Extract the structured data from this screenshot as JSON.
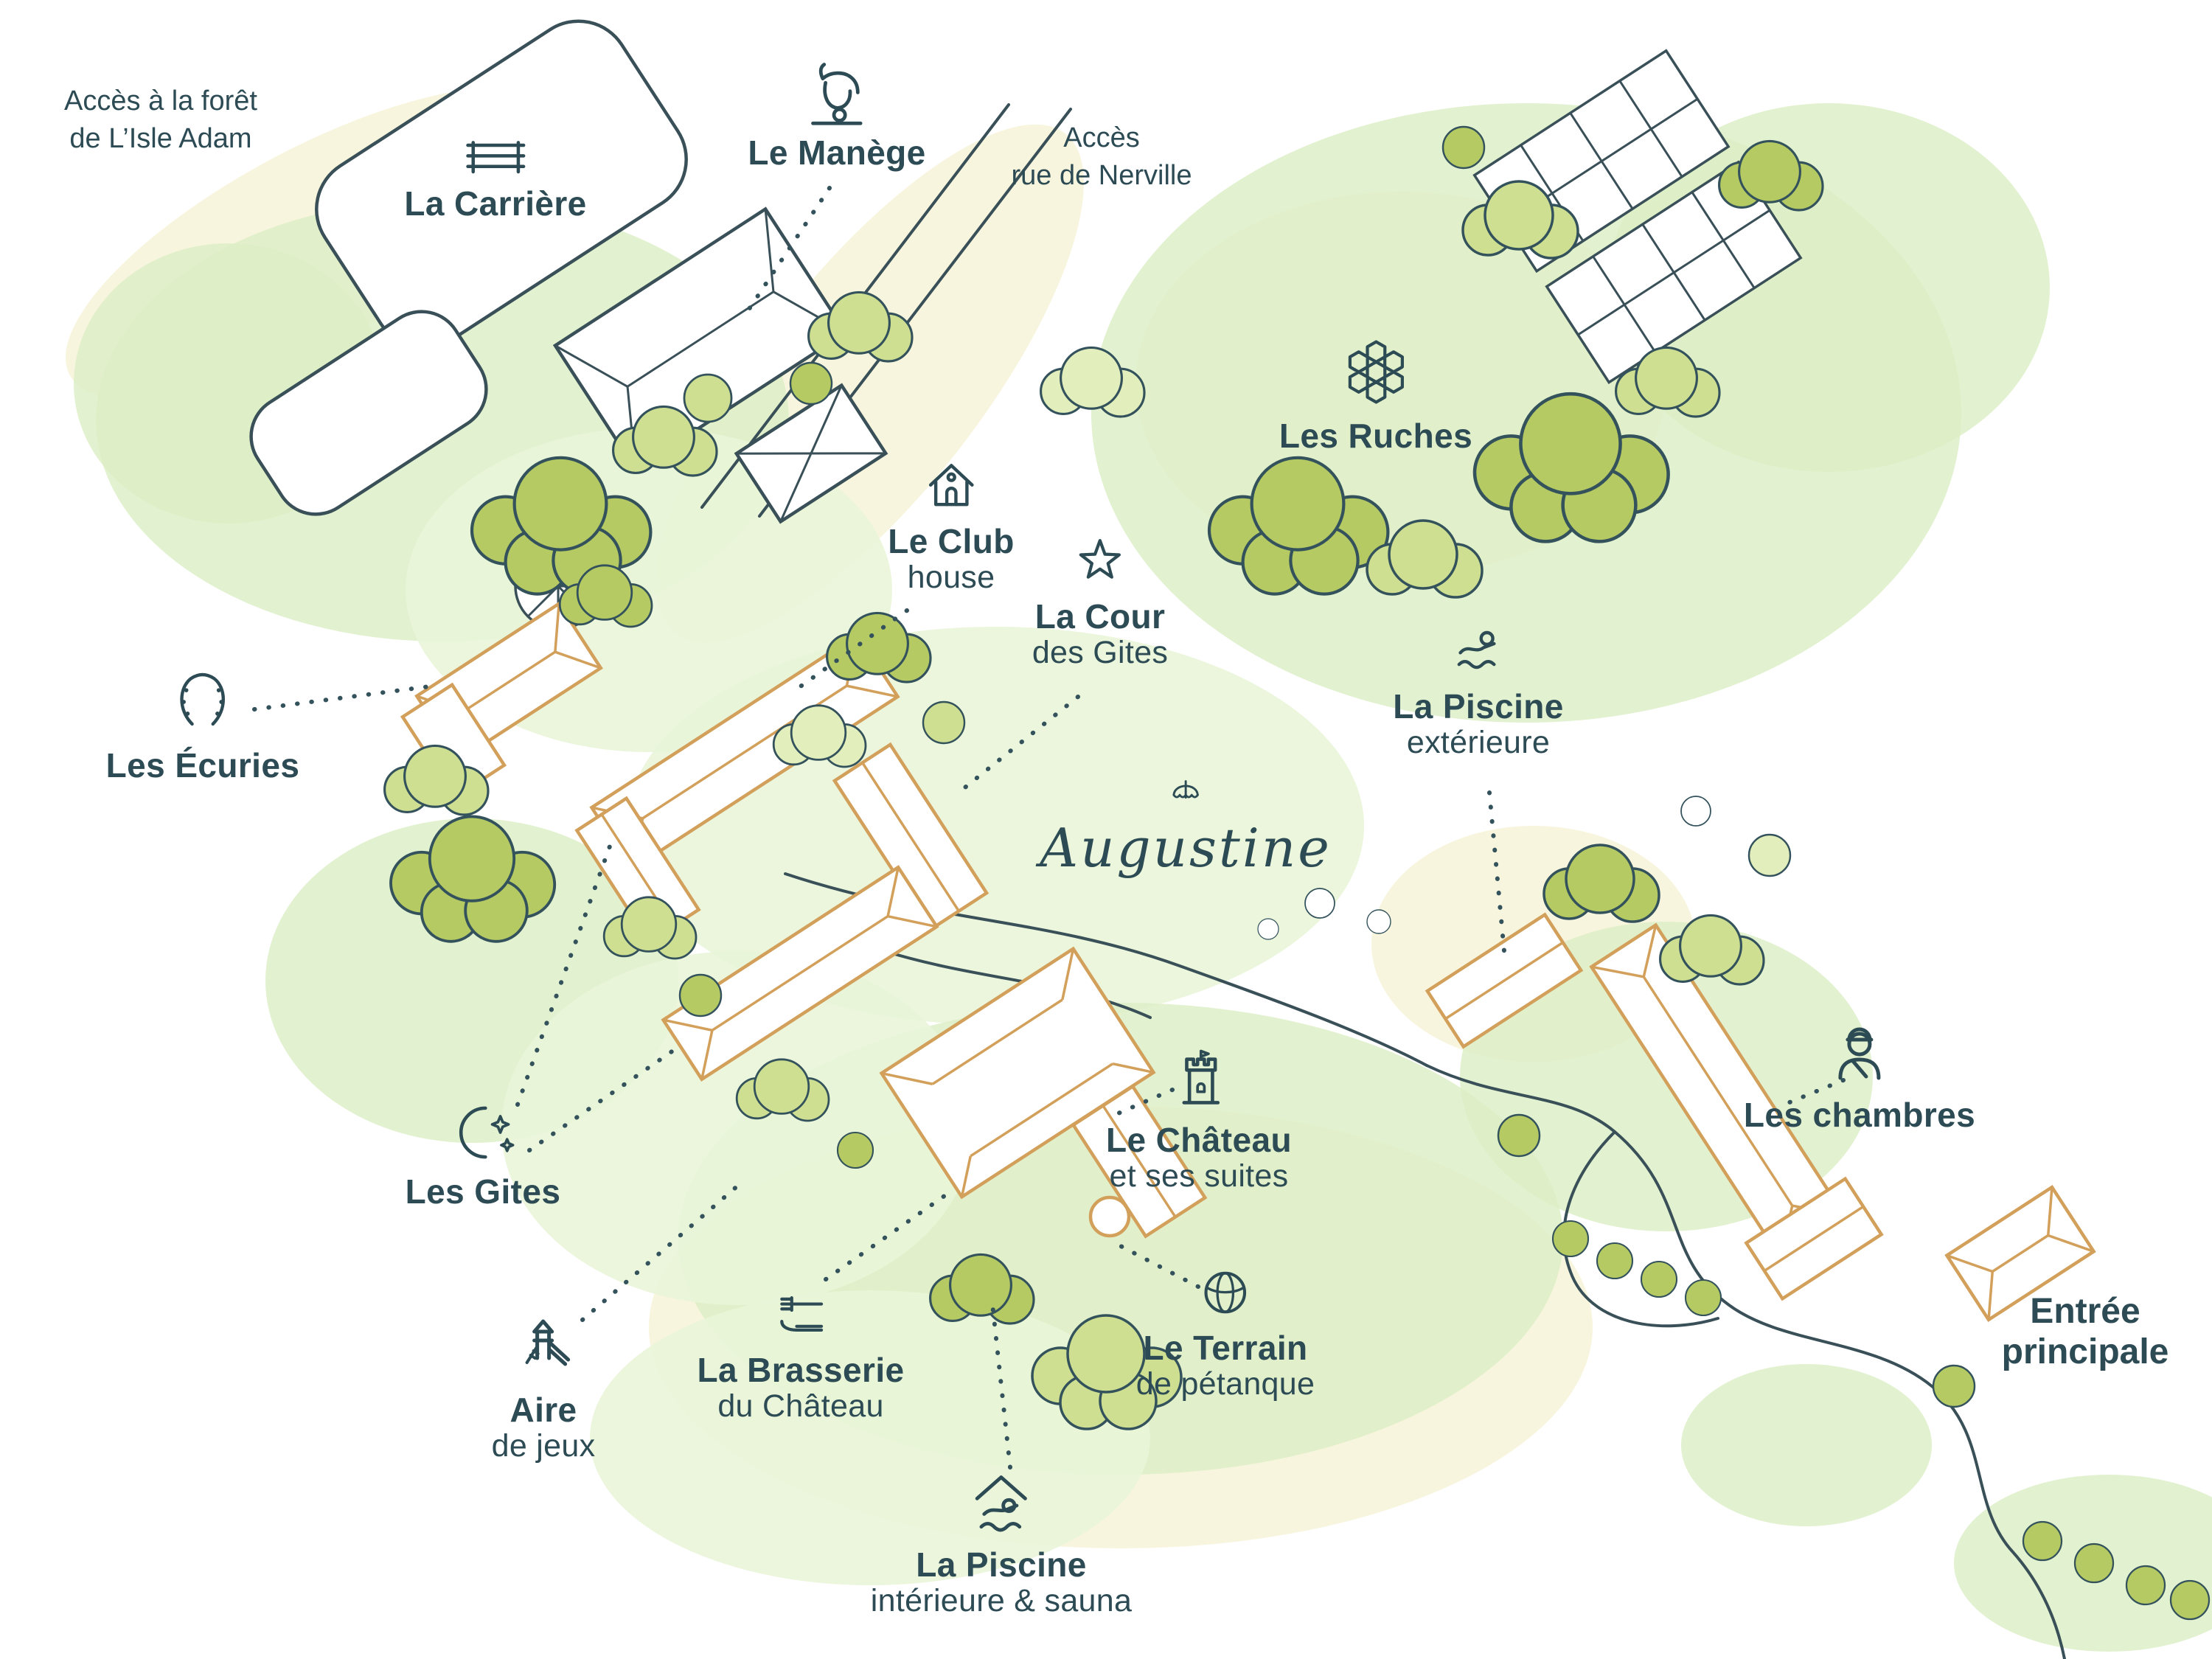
{
  "colors": {
    "ink": "#2d4b54",
    "building_outline_tan": "#d2a05a",
    "tree_green": "#b6ca64",
    "area_green": "#dff0ca",
    "area_cream": "#f7f4da"
  },
  "brand": {
    "name": "Augustine"
  },
  "labels": {
    "acces_foret": {
      "line1": "Accès à la forêt",
      "line2": "de L’Isle Adam"
    },
    "la_carriere": {
      "title": "La Carrière",
      "icon": "fence-icon"
    },
    "le_manege": {
      "title": "Le Manège",
      "icon": "saddle-icon"
    },
    "acces_nerville": {
      "line1": "Accès",
      "line2": "rue de Nerville"
    },
    "les_ruches": {
      "title": "Les Ruches",
      "icon": "honeycomb-icon"
    },
    "le_club": {
      "title": "Le Club",
      "subtitle": "house",
      "icon": "clubhouse-icon"
    },
    "la_cour": {
      "title": "La Cour",
      "subtitle": "des Gites",
      "icon": "star-icon"
    },
    "la_piscine_exterieure": {
      "title": "La Piscine",
      "subtitle": "extérieure",
      "icon": "swimmer-icon"
    },
    "les_ecuries": {
      "title": "Les Écuries",
      "icon": "horseshoe-icon"
    },
    "les_gites": {
      "title": "Les Gites",
      "icon": "moon-icon"
    },
    "le_chateau": {
      "title": "Le Château",
      "subtitle": "et ses suites",
      "icon": "castle-tower-icon"
    },
    "les_chambres": {
      "title": "Les chambres",
      "icon": "concierge-icon"
    },
    "aire_de_jeux": {
      "title": "Aire",
      "subtitle": "de jeux",
      "icon": "playground-icon"
    },
    "la_brasserie": {
      "title": "La Brasserie",
      "subtitle": "du Château",
      "icon": "cutlery-icon"
    },
    "le_terrain": {
      "title": "Le Terrain",
      "subtitle": "de pétanque",
      "icon": "petanque-ball-icon"
    },
    "la_piscine_interieure": {
      "title": "La Piscine",
      "subtitle": "intérieure & sauna",
      "icon": "indoor-pool-icon"
    },
    "entree_principale": {
      "line1": "Entrée",
      "line2": "principale"
    }
  }
}
